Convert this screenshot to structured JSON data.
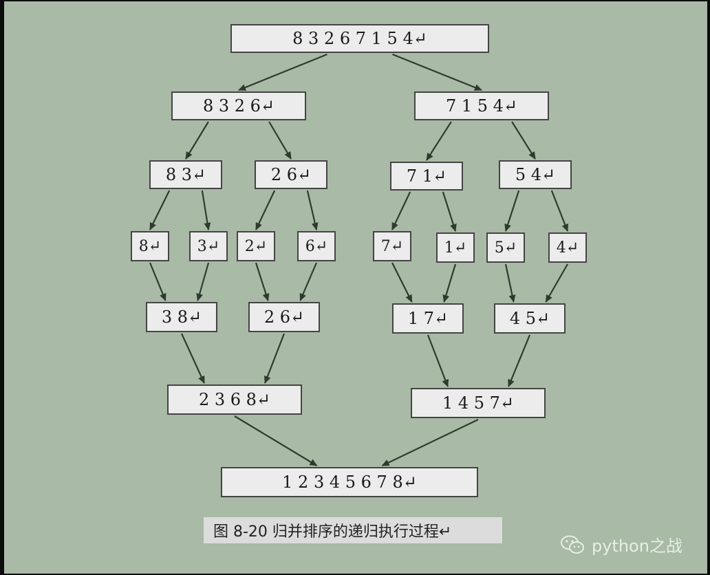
{
  "diagram": {
    "nodes": [
      {
        "id": "r0",
        "text": "8  3  2  6  7  1  5  4↵"
      },
      {
        "id": "l1",
        "text": "8  3  2  6↵"
      },
      {
        "id": "r1",
        "text": "7  1  5  4↵"
      },
      {
        "id": "l2a",
        "text": "8  3↵"
      },
      {
        "id": "l2b",
        "text": "2  6↵"
      },
      {
        "id": "r2a",
        "text": "7  1↵"
      },
      {
        "id": "r2b",
        "text": "5  4↵"
      },
      {
        "id": "s8",
        "text": "8↵"
      },
      {
        "id": "s3",
        "text": "3↵"
      },
      {
        "id": "s2",
        "text": "2↵"
      },
      {
        "id": "s6",
        "text": "6↵"
      },
      {
        "id": "s7",
        "text": "7↵"
      },
      {
        "id": "s1",
        "text": "1↵"
      },
      {
        "id": "s5",
        "text": "5↵"
      },
      {
        "id": "s4",
        "text": "4↵"
      },
      {
        "id": "m38",
        "text": "3  8↵"
      },
      {
        "id": "m26",
        "text": "2  6↵"
      },
      {
        "id": "m17",
        "text": "1  7↵"
      },
      {
        "id": "m45",
        "text": "4  5↵"
      },
      {
        "id": "m2368",
        "text": "2  3  6  8↵"
      },
      {
        "id": "m1457",
        "text": "1  4  5  7↵"
      },
      {
        "id": "final",
        "text": "1  2  3  4  5  6  7  8↵"
      }
    ],
    "edges": [
      [
        "r0",
        "l1"
      ],
      [
        "r0",
        "r1"
      ],
      [
        "l1",
        "l2a"
      ],
      [
        "l1",
        "l2b"
      ],
      [
        "r1",
        "r2a"
      ],
      [
        "r1",
        "r2b"
      ],
      [
        "l2a",
        "s8"
      ],
      [
        "l2a",
        "s3"
      ],
      [
        "l2b",
        "s2"
      ],
      [
        "l2b",
        "s6"
      ],
      [
        "r2a",
        "s7"
      ],
      [
        "r2a",
        "s1"
      ],
      [
        "r2b",
        "s5"
      ],
      [
        "r2b",
        "s4"
      ],
      [
        "s8",
        "m38"
      ],
      [
        "s3",
        "m38"
      ],
      [
        "s2",
        "m26"
      ],
      [
        "s6",
        "m26"
      ],
      [
        "s7",
        "m17"
      ],
      [
        "s1",
        "m17"
      ],
      [
        "s5",
        "m45"
      ],
      [
        "s4",
        "m45"
      ],
      [
        "m38",
        "m2368"
      ],
      [
        "m26",
        "m2368"
      ],
      [
        "m17",
        "m1457"
      ],
      [
        "m45",
        "m1457"
      ],
      [
        "m2368",
        "final"
      ],
      [
        "m1457",
        "final"
      ]
    ],
    "caption": "图 8-20  归并排序的递归执行过程↵",
    "watermark": "python之战",
    "watermark_icon": "wechat-icon",
    "colors": {
      "background": "#a9baa6",
      "box": "#ececec",
      "border": "#444444",
      "arrow": "#2f3a2f"
    }
  }
}
